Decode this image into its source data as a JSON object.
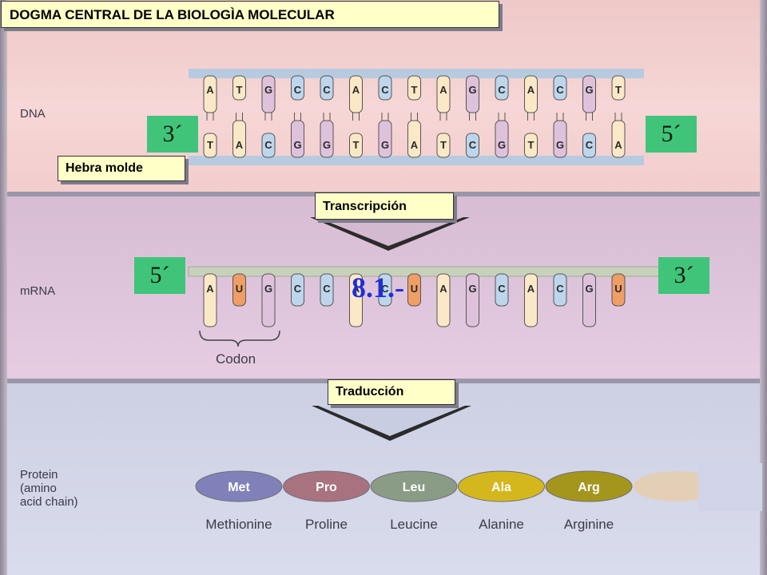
{
  "title": "DOGMA CENTRAL DE LA BIOLOGÌA MOLECULAR",
  "panels": {
    "dna": "DNA",
    "mrna": "mRNA",
    "protein": [
      "Protein",
      "(amino",
      "acid chain)"
    ]
  },
  "callouts": {
    "template_strand": "Hebra molde",
    "transcription": "Transcripción",
    "translation": "Traducción"
  },
  "ends": {
    "dna_left": "3´",
    "dna_right": "5´",
    "mrna_left": "5´",
    "mrna_right": "3´"
  },
  "step_number": "8.1.-",
  "codon_label": "Codon",
  "dna": {
    "top_strand": [
      "A",
      "T",
      "G",
      "C",
      "C",
      "A",
      "C",
      "T",
      "A",
      "G",
      "C",
      "A",
      "C",
      "G",
      "T"
    ],
    "bottom_strand": [
      "T",
      "A",
      "C",
      "G",
      "G",
      "T",
      "G",
      "A",
      "T",
      "C",
      "G",
      "T",
      "G",
      "C",
      "A"
    ]
  },
  "mrna": {
    "bases": [
      "A",
      "U",
      "G",
      "C",
      "C",
      "A",
      "C",
      "U",
      "A",
      "G",
      "C",
      "A",
      "C",
      "G",
      "U"
    ]
  },
  "amino_acids": [
    {
      "abbr": "Met",
      "name": "Methionine",
      "color": "#8081b8"
    },
    {
      "abbr": "Pro",
      "name": "Proline",
      "color": "#a8727f"
    },
    {
      "abbr": "Leu",
      "name": "Leucine",
      "color": "#8b9c86"
    },
    {
      "abbr": "Ala",
      "name": "Alanine",
      "color": "#d4b71c"
    },
    {
      "abbr": "Arg",
      "name": "Arginine",
      "color": "#a4951c"
    },
    {
      "abbr": "",
      "name": "",
      "color": "#e7cda9"
    }
  ],
  "colors": {
    "A": "#fbe8c6",
    "T": "#fbe8c6",
    "U": "#ef9e66",
    "G": "#dec2dc",
    "C": "#bdd6ec",
    "backbone": "#b7cbe0",
    "mrna_backbone": "#c8d1bc",
    "end_label": "#40c47a",
    "callout": "#ffffc8",
    "step_number": "#1f2fdc"
  }
}
